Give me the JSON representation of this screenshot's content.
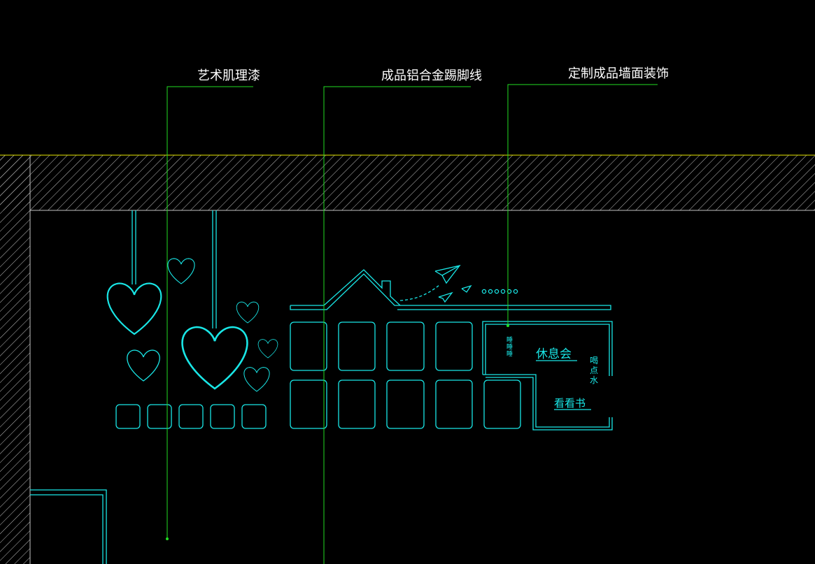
{
  "annotations": [
    {
      "text": "艺术肌理漆"
    },
    {
      "text": "成品铝合金踢脚线"
    },
    {
      "text": "定制成品墙面装饰"
    }
  ],
  "wall_text": {
    "rest": "休息会",
    "drink_1": "喝",
    "drink_2": "点",
    "drink_3": "水",
    "read": "看看书",
    "small_1": "睡",
    "small_2": "睡",
    "small_3": "睡"
  },
  "colors": {
    "background": "#000000",
    "cad_cyan": "#19e6e6",
    "leader_green": "#22dd22",
    "boundary_yellow": "#e6e600",
    "hatch_white": "#bfbfbf"
  }
}
